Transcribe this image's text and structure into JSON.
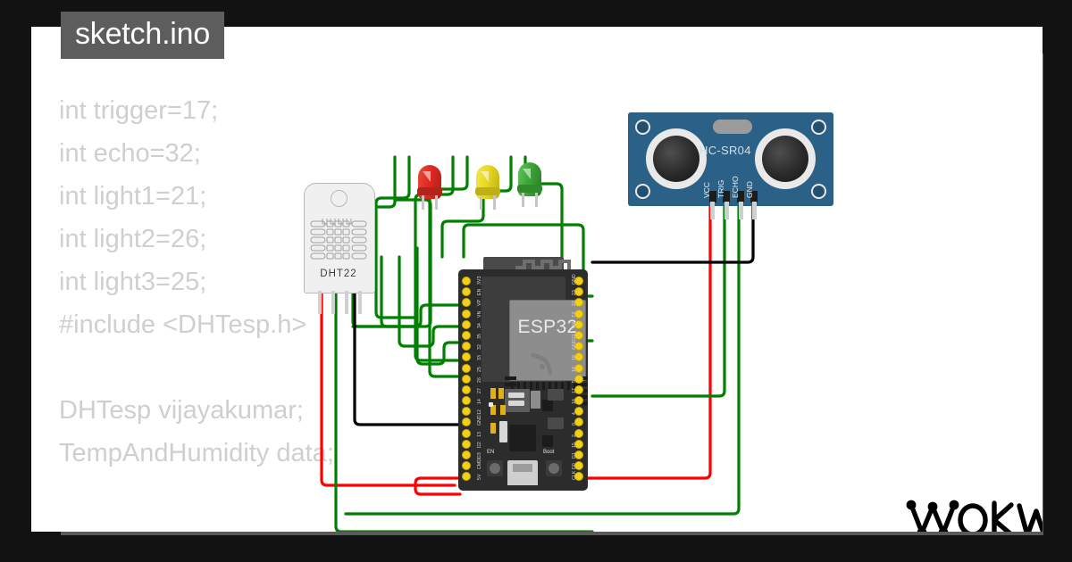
{
  "window": {
    "background_color": "#121212",
    "canvas_color": "#ffffff",
    "shadow_color": "#5a5a5a"
  },
  "tab": {
    "label": "sketch.ino",
    "background_color": "#5d5d5d",
    "text_color": "#ffffff"
  },
  "code": {
    "text_color": "#cfcfcf",
    "lines": [
      "int trigger=17;",
      "int echo=32;",
      "int light1=21;",
      "int light2=26;",
      "int light3=25;",
      "#include <DHTesp.h>",
      "",
      "DHTesp vijayakumar;",
      "TempAndHumidity data;"
    ]
  },
  "brand": {
    "name": "wokwi",
    "color": "#000000"
  },
  "components": {
    "esp32": {
      "name": "ESP32",
      "silk_label": "ESP32",
      "board_color": "#2c2c2c",
      "module_color": "#8d8d8d",
      "pin_color": "#f2cf19",
      "buttons": [
        {
          "label": "EN",
          "name": "en-button"
        },
        {
          "label": "Boot",
          "name": "boot-button"
        }
      ],
      "left_pins": [
        "3V3",
        "EN",
        "VP",
        "VN",
        "34",
        "35",
        "32",
        "33",
        "25",
        "26",
        "27",
        "14",
        "12",
        "GND",
        "13",
        "D2",
        "D3",
        "CMD",
        "5V"
      ],
      "right_pins": [
        "GND",
        "23",
        "22",
        "TX",
        "RX",
        "21",
        "GND",
        "19",
        "18",
        "5",
        "17",
        "16",
        "4",
        "0",
        "2",
        "15",
        "D1",
        "D0",
        "CLK"
      ]
    },
    "dht22": {
      "name": "DHT22",
      "silk_label": "DHT22",
      "body_color": "#f0f0f0",
      "pin_wires": [
        "#ff0000",
        "#008000",
        "none",
        "#000000"
      ]
    },
    "hcsr04": {
      "name": "HC-SR04",
      "silk_label": "HC-SR04",
      "board_color": "#2b6087",
      "pins": [
        "VCC",
        "TRIG",
        "ECHO",
        "GND"
      ],
      "pin_wires": [
        "#ff0000",
        "#008000",
        "#008000",
        "#000000"
      ]
    },
    "leds": [
      {
        "name": "led-red",
        "color": "#e02a20",
        "rim_color": "#b5221a",
        "wire_color": "#008000"
      },
      {
        "name": "led-yellow",
        "color": "#e8d820",
        "rim_color": "#c0b018",
        "wire_color": "#008000"
      },
      {
        "name": "led-green",
        "color": "#3fa53a",
        "rim_color": "#2f8a2b",
        "wire_color": "#008000"
      }
    ]
  },
  "wires": {
    "colors": {
      "signal": "#008000",
      "power": "#ff0000",
      "ground": "#000000"
    },
    "connections": [
      {
        "from": "hcsr04.VCC",
        "to": "esp32.5V",
        "color": "#ff0000"
      },
      {
        "from": "hcsr04.TRIG",
        "to": "esp32.17",
        "color": "#008000"
      },
      {
        "from": "hcsr04.ECHO",
        "to": "esp32.32",
        "color": "#008000"
      },
      {
        "from": "hcsr04.GND",
        "to": "esp32.GND",
        "color": "#000000"
      },
      {
        "from": "dht22.VCC",
        "to": "esp32.5V",
        "color": "#ff0000"
      },
      {
        "from": "dht22.DATA",
        "to": "esp32.18",
        "color": "#008000"
      },
      {
        "from": "dht22.GND",
        "to": "esp32.GND",
        "color": "#000000"
      },
      {
        "from": "led-red.anode",
        "to": "esp32.21",
        "color": "#008000"
      },
      {
        "from": "led-yellow.anode",
        "to": "esp32.26",
        "color": "#008000"
      },
      {
        "from": "led-green.anode",
        "to": "esp32.25",
        "color": "#008000"
      }
    ]
  }
}
